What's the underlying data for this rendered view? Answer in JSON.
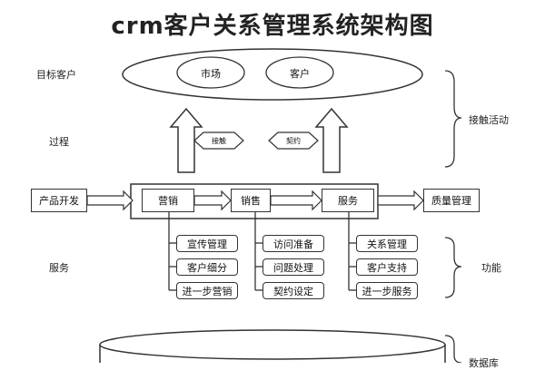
{
  "title": "crm客户关系管理系统架构图",
  "left_labels": {
    "target": "目标客户",
    "process": "过程",
    "service": "服务"
  },
  "right_labels": {
    "contact": "接触活动",
    "function": "功能",
    "database": "数据库"
  },
  "top_ellipse": {
    "market": "市场",
    "customer": "客户"
  },
  "process_arrows": {
    "left": "接触",
    "right": "契约"
  },
  "main_flow": {
    "input": "产品开发",
    "marketing": "营销",
    "sales": "销售",
    "service": "服务",
    "output": "质量管理"
  },
  "functions": {
    "marketing": [
      "宣传管理",
      "客户细分",
      "进一步营销"
    ],
    "sales": [
      "访问准备",
      "问题处理",
      "契约设定"
    ],
    "service": [
      "关系管理",
      "客户支持",
      "进一步服务"
    ]
  }
}
